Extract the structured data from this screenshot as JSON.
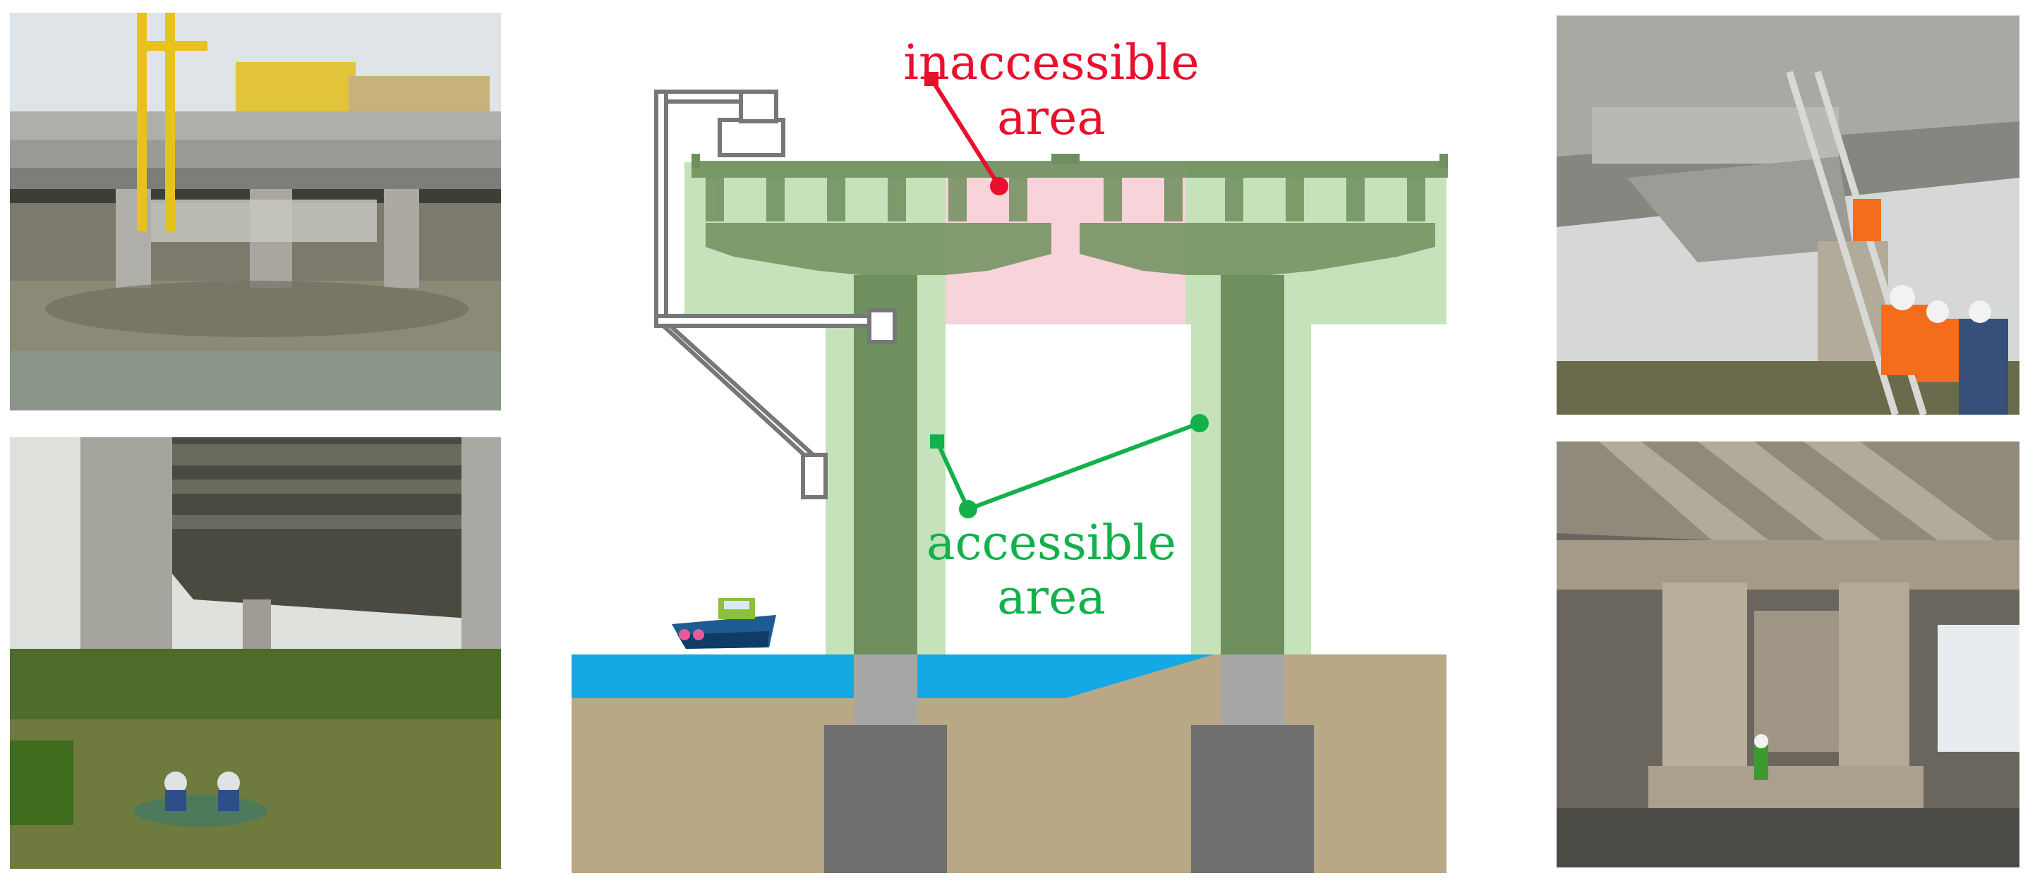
{
  "labels": {
    "inaccessible_line1": "inaccessible",
    "inaccessible_line2": "area",
    "accessible_line1": "accessible",
    "accessible_line2": "area"
  },
  "colors": {
    "inaccessible": "#e8102c",
    "accessible": "#14b04b",
    "structure": "#6e8f5e",
    "accessible_zone": "#c5e2bb",
    "inaccessible_zone": "#f8d3d9",
    "water": "#14a9e4",
    "ground": "#b9a886",
    "foundation": "#6f6f6f",
    "pile": "#a6a6a6"
  },
  "photos": [
    {
      "name": "photo-bridge-inspection-truck"
    },
    {
      "name": "photo-rubber-boat-inspection"
    },
    {
      "name": "photo-ladder-climbing-inspection"
    },
    {
      "name": "photo-pier-under-bridge"
    }
  ]
}
